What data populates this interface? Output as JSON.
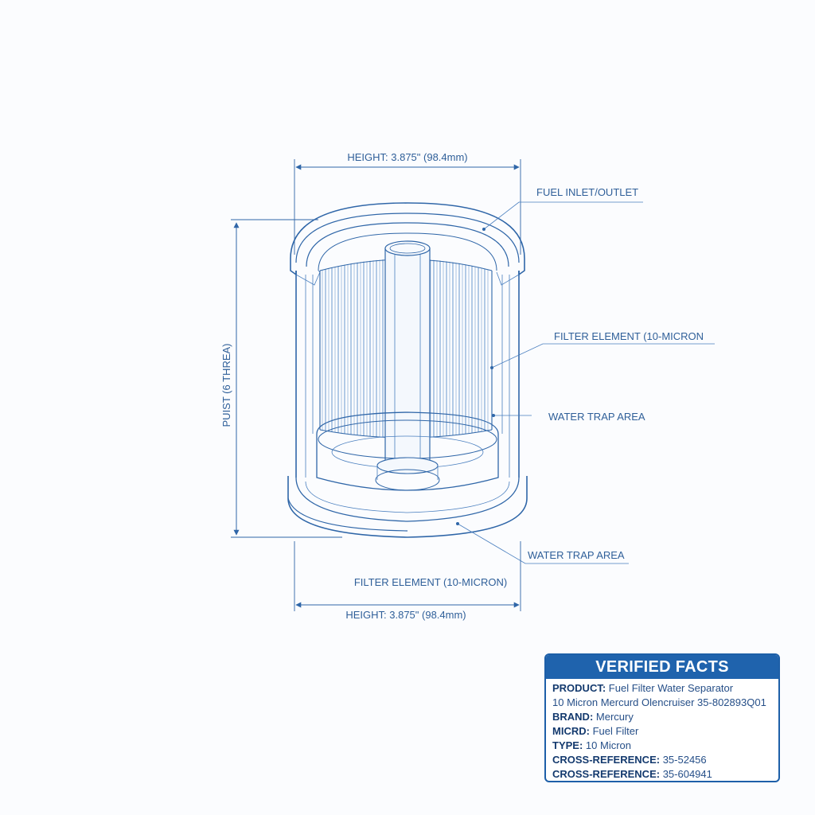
{
  "colors": {
    "line": "#2f66a8",
    "text": "#2f5f99",
    "panel_header": "#1f63ad"
  },
  "labels": {
    "height_top": "HEIGHT: 3.875\" (98.4mm)",
    "height_bottom": "HEIGHT: 3.875\" (98.4mm)",
    "fuel_inlet_outlet": "FUEL INLET/OUTLET",
    "filter_element_right": "FILTER ELEMENT (10-MICRON",
    "water_trap_mid": "WATER TRAP AREA",
    "water_trap_bottom": "WATER TRAP AREA",
    "filter_element_bottom": "FILTER ELEMENT (10-MICRON)",
    "side_dimension": "PUIST (6 THREA)"
  },
  "facts": {
    "title": "VERIFIED FACTS",
    "product_key": "PRODUCT:",
    "product_value": "Fuel Filter Water Separator",
    "product_line2": "10 Micron Mercurd Olencruiser 35-802893Q01",
    "brand_key": "BRAND:",
    "brand_value": "Mercury",
    "micro_key": "MICRD:",
    "micro_value": "Fuel Filter",
    "type_key": "TYPE:",
    "type_value": "10 Micron",
    "xref1_key": "CROSS-REFERENCE:",
    "xref1_value": "35-52456",
    "xref2_key": "CROSS-REFERENCE:",
    "xref2_value": "35-604941"
  }
}
